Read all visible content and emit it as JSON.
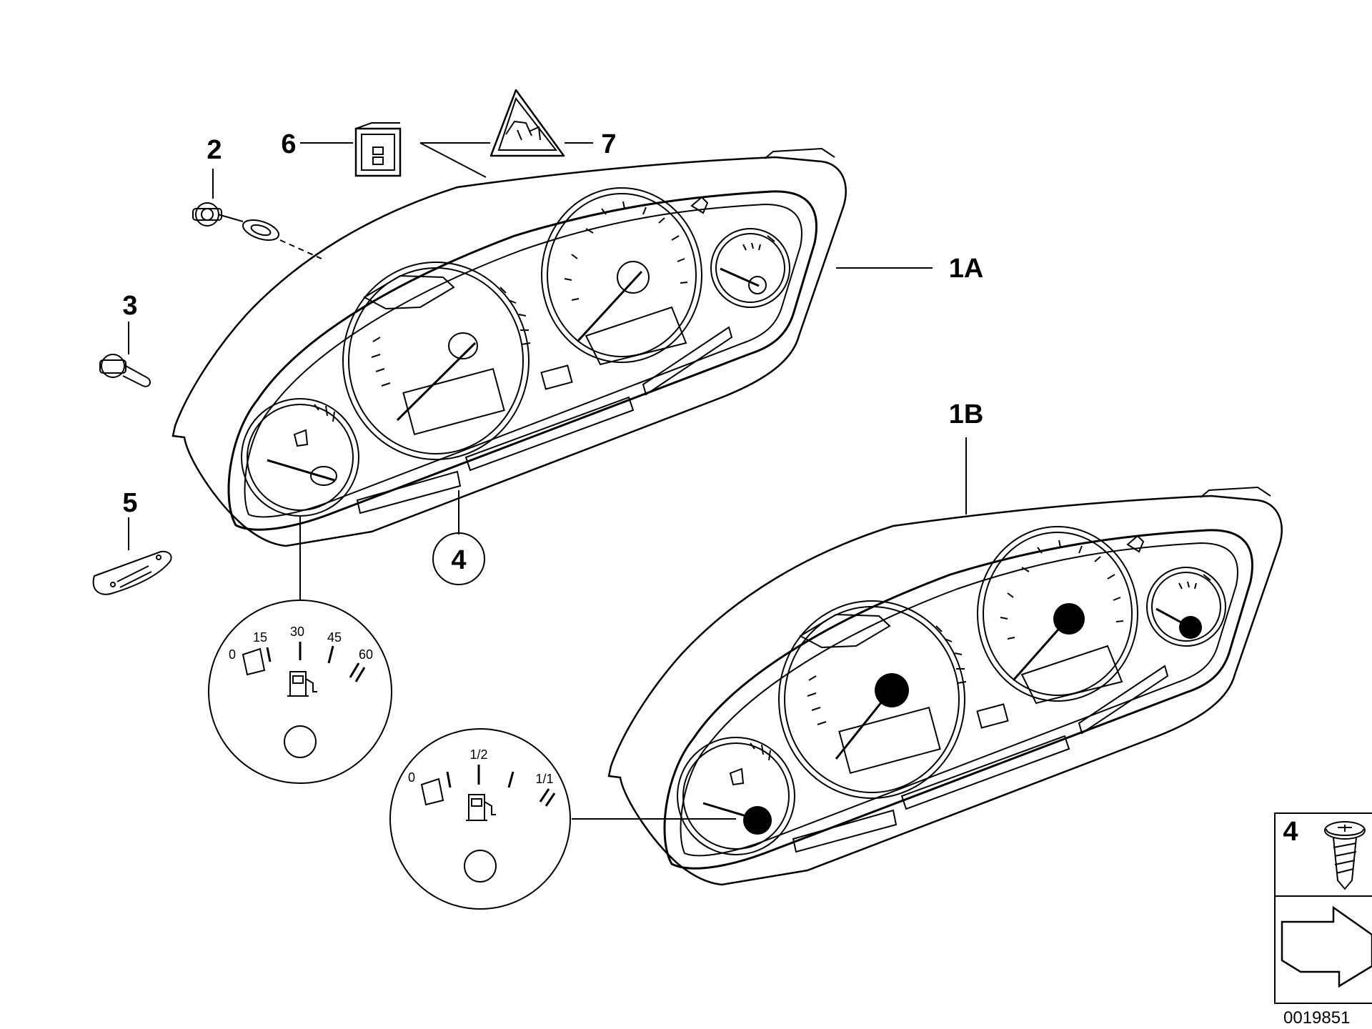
{
  "callouts": {
    "part_1a": "1A",
    "part_1b": "1B",
    "part_2": "2",
    "part_3": "3",
    "part_4": "4",
    "part_5": "5",
    "part_6": "6",
    "part_7": "7"
  },
  "fuel_gauge_litres": {
    "ticks": [
      "0",
      "15",
      "30",
      "45",
      "60"
    ]
  },
  "fuel_gauge_fraction": {
    "ticks": [
      "0",
      "1/2",
      "1/1"
    ]
  },
  "legend_box": {
    "part_number": "4"
  },
  "diagram_code": "0019851"
}
